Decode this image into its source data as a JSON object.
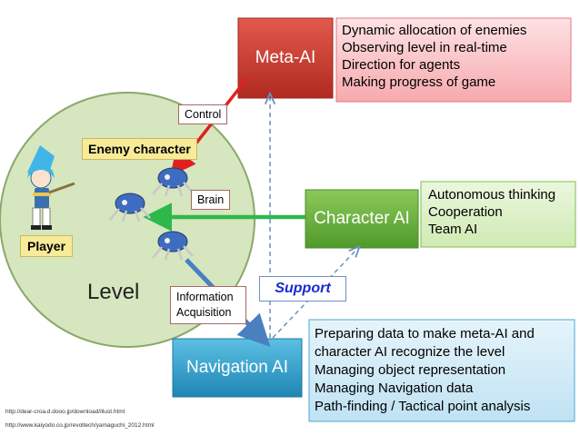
{
  "nodes": {
    "meta_ai": "Meta-AI",
    "character_ai": "Character AI",
    "navigation_ai": "Navigation AI",
    "level": "Level",
    "player": "Player",
    "enemy_character": "Enemy character"
  },
  "edge_labels": {
    "control": "Control",
    "brain": "Brain",
    "information_acquisition": "Information\nAcquisition",
    "support": "Support"
  },
  "notes": {
    "meta_ai": [
      "Dynamic allocation of enemies",
      "Observing level in real-time",
      "Direction for agents",
      "Making progress of game"
    ],
    "character_ai": [
      "Autonomous thinking",
      "Cooperation",
      "Team AI"
    ],
    "navigation_ai": [
      "Preparing data to make meta-AI and",
      "character AI recognize the level",
      "Managing object representation",
      "Managing Navigation data",
      "Path-finding / Tactical point analysis"
    ]
  },
  "credits": [
    "http://dear-croa.d.dooo.jp/download/illust.html",
    "http://www.kaiyodo.co.jp/revoltech/yamaguchi_2012.html"
  ],
  "colors": {
    "meta_ai": "#c0392b",
    "character_ai": "#6aaa3a",
    "navigation_ai": "#2e9ac4",
    "level_fill": "#d6e6bf",
    "level_stroke": "#8aa86a",
    "label_bg": "#f7eb9a",
    "control_arrow": "#e02020",
    "brain_arrow": "#2fb84a",
    "info_arrow": "#4a7fc0",
    "support_text": "#1a2ad0"
  }
}
